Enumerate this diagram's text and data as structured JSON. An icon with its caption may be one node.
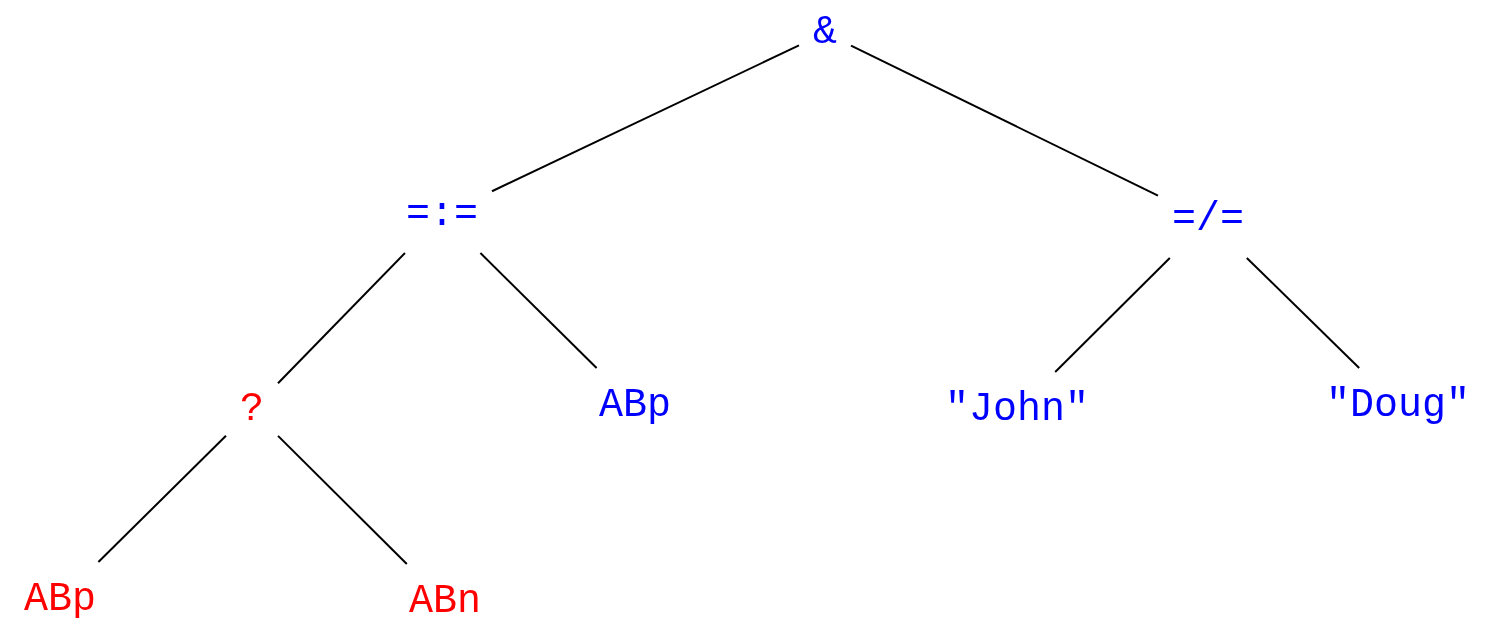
{
  "diagram": {
    "nodes": [
      {
        "text": [
          "&"
        ]
      },
      {
        "text": [
          "=:="
        ]
      },
      {
        "text": [
          "=/="
        ]
      },
      {
        "text": [
          "?"
        ]
      },
      {
        "text": [
          "ABp"
        ]
      },
      {
        "text": [
          "\"John\""
        ]
      },
      {
        "text": [
          "\"Doug\""
        ]
      },
      {
        "text": [
          "ABp"
        ]
      },
      {
        "text": [
          "ABn"
        ]
      }
    ],
    "edges": [
      {
        "from": 0,
        "to": 1,
        "arrow": "none"
      },
      {
        "from": 0,
        "to": 2,
        "arrow": "none"
      },
      {
        "from": 1,
        "to": 3,
        "arrow": "none"
      },
      {
        "from": 1,
        "to": 4,
        "arrow": "none"
      },
      {
        "from": 2,
        "to": 5,
        "arrow": "none"
      },
      {
        "from": 2,
        "to": 6,
        "arrow": "none"
      },
      {
        "from": 3,
        "to": 7,
        "arrow": "none"
      },
      {
        "from": 3,
        "to": 8,
        "arrow": "none"
      }
    ]
  }
}
